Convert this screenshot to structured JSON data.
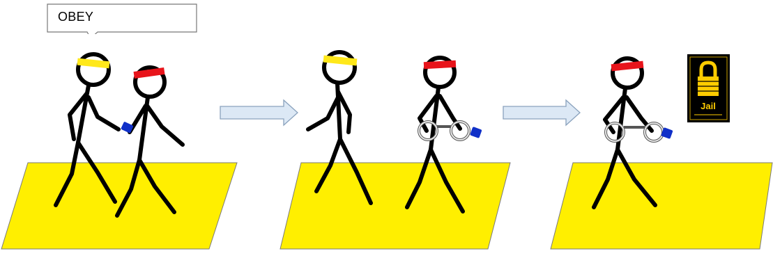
{
  "speech_bubble": {
    "text": "OBEY"
  },
  "jail_sign": {
    "label": "Jail"
  },
  "colors": {
    "ground": "#ffef00",
    "leader_headband": "#ffe81a",
    "follower_headband": "#e8141b",
    "arrow_fill": "#dce8f5",
    "arrow_stroke": "#8aa2bd",
    "handcuff_tag": "#1030c8",
    "jail_sign_background": "#000000",
    "jail_sign_accent": "#ffcc00"
  },
  "icons": [
    "speech-bubble",
    "stick-figure",
    "headband",
    "handcuffs-icon",
    "padlock-icon",
    "right-arrow-icon"
  ]
}
